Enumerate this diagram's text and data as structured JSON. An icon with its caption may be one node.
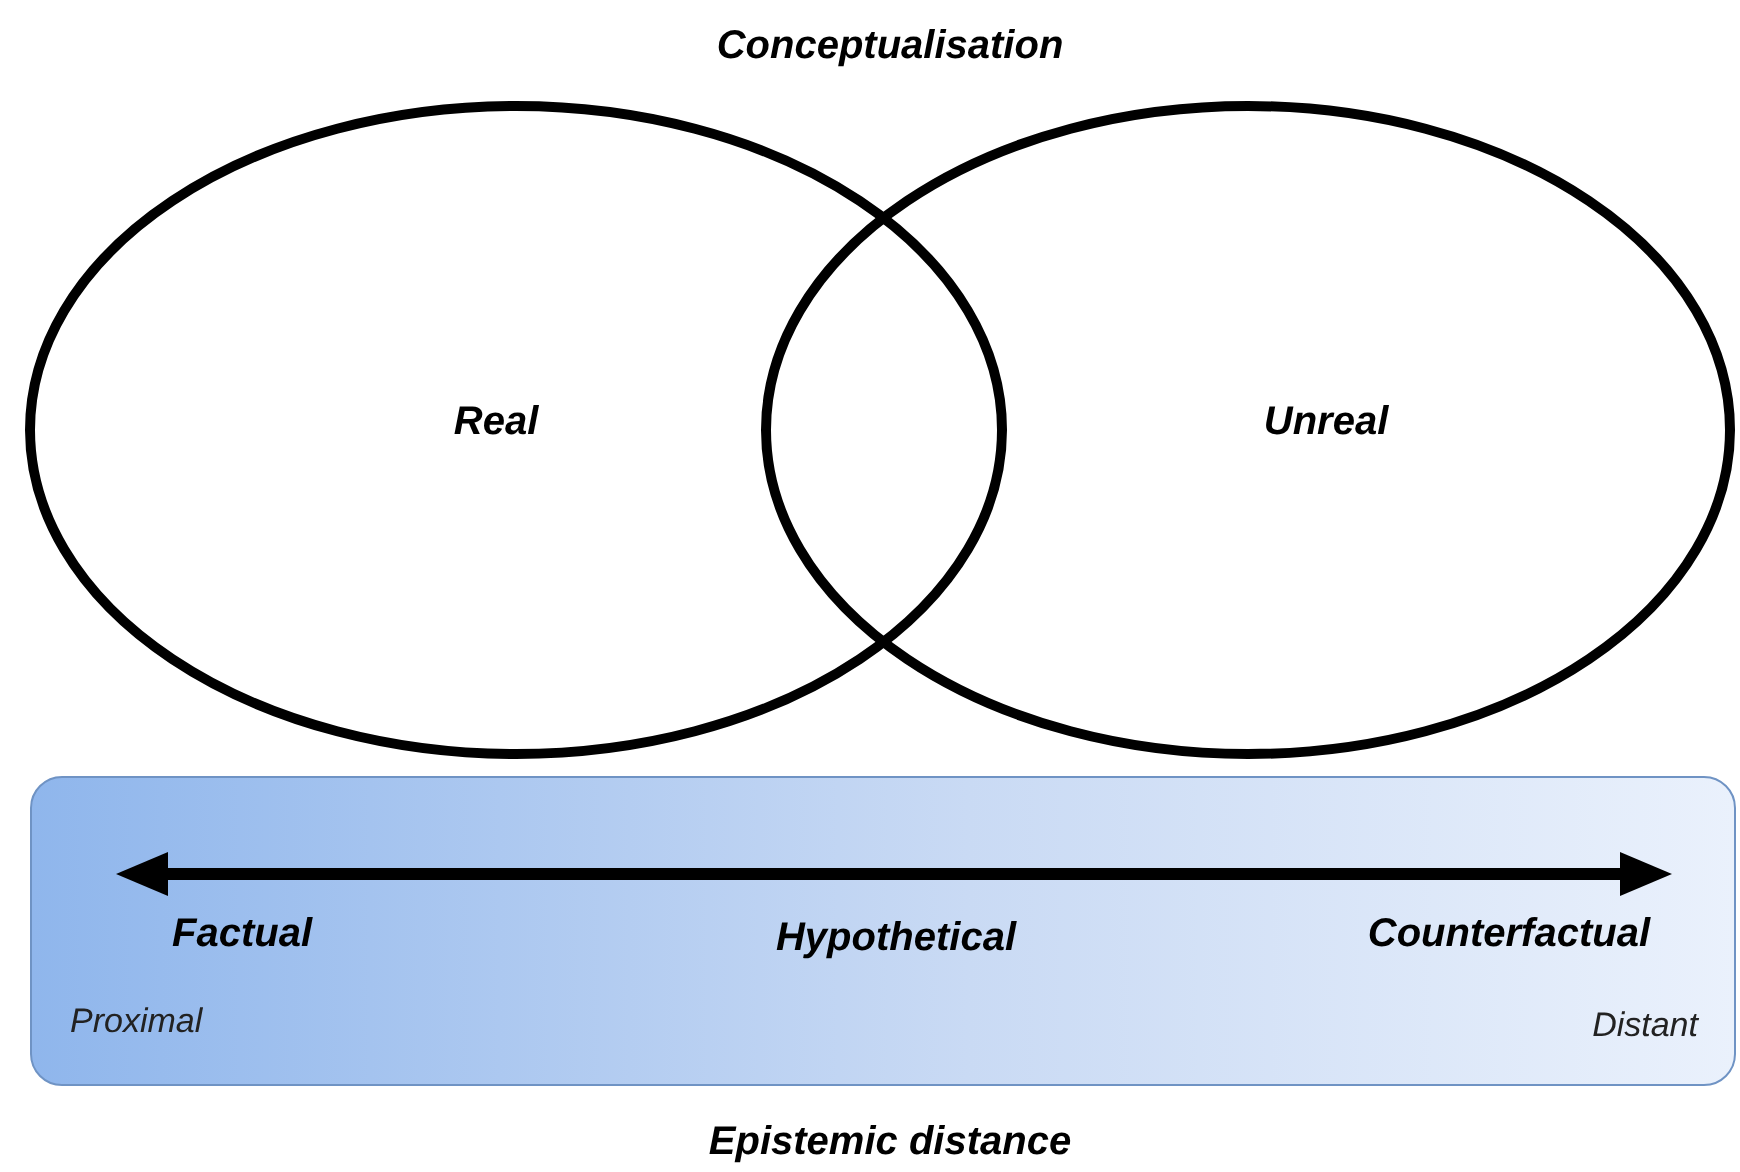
{
  "diagram": {
    "title": "Conceptualisation",
    "caption": "Epistemic distance",
    "nodes": [
      {
        "text": [
          "Real"
        ]
      },
      {
        "text": [
          "Unreal"
        ]
      },
      {
        "text": [
          "Factual",
          "Hypothetical",
          "Counterfactual",
          "Proximal",
          "Distant"
        ]
      }
    ]
  }
}
